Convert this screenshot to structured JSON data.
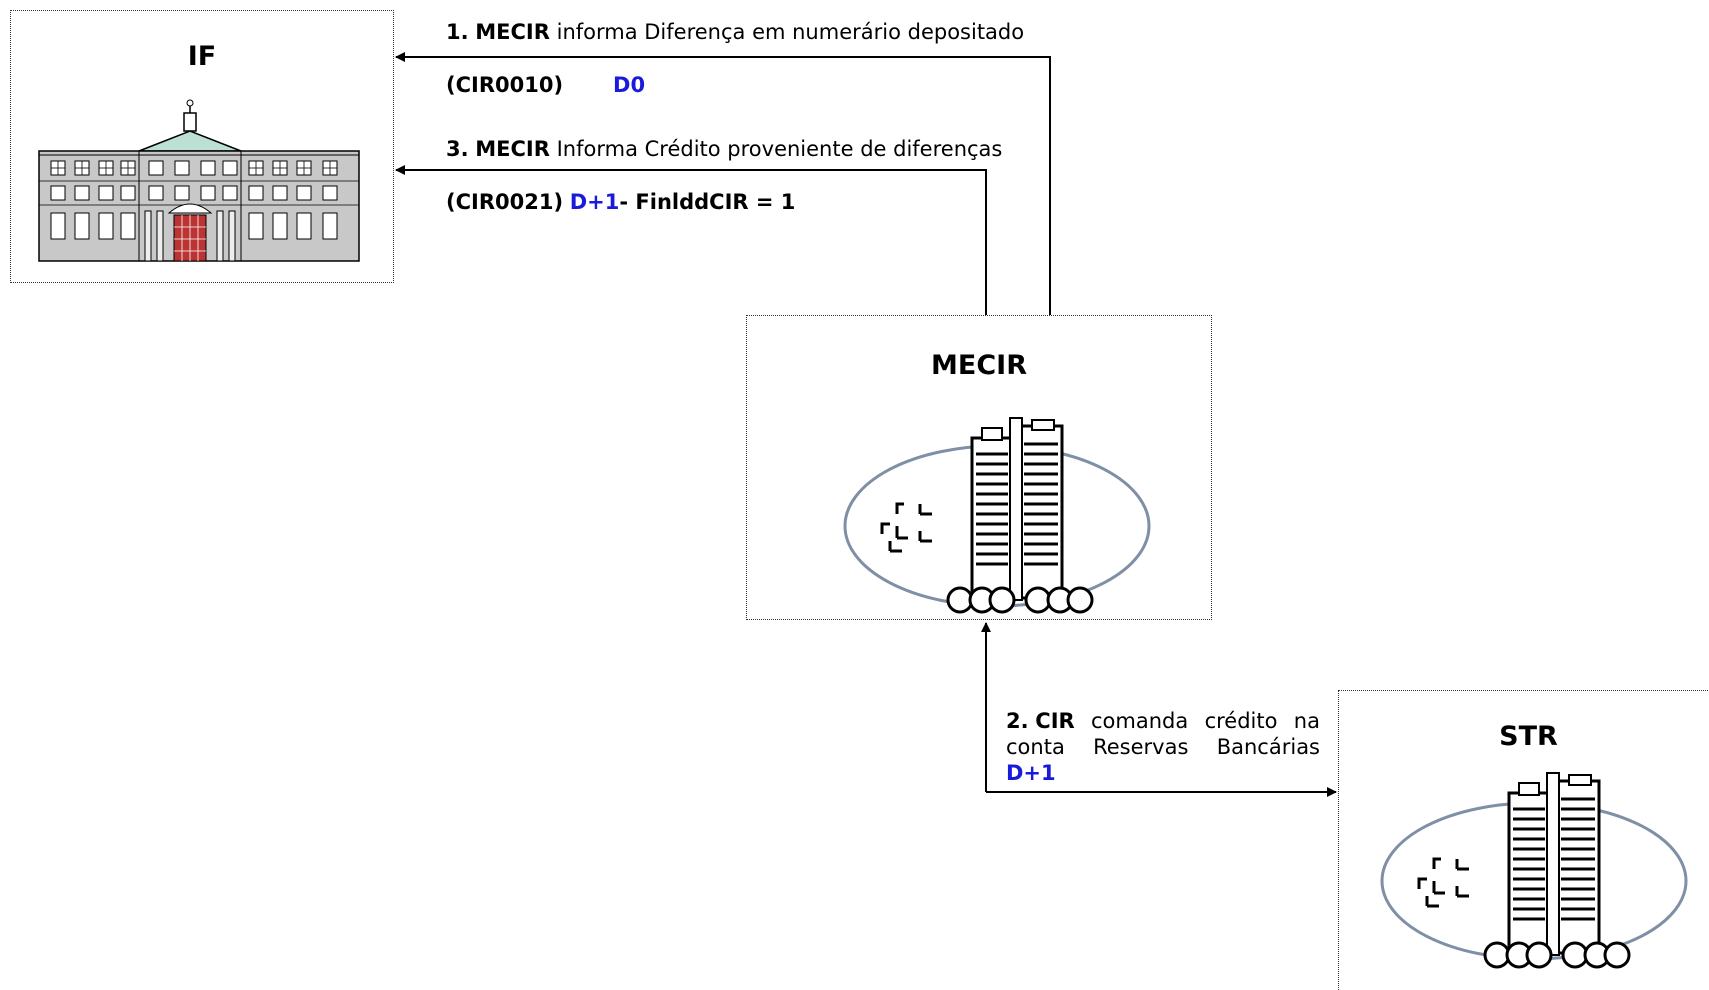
{
  "nodes": {
    "if_title": "IF",
    "mecir_title": "MECIR",
    "str_title": "STR"
  },
  "step1": {
    "num": "1.",
    "actor": "MECIR",
    "text": "informa Diferença em numerário depositado",
    "code": "(CIR0010)",
    "day": "D0"
  },
  "step3": {
    "num": "3.",
    "actor": "MECIR",
    "text": "Informa  Crédito proveniente de diferenças",
    "code": "(CIR0021)",
    "day": "D+1",
    "suffix": "- FinlddCIR = 1"
  },
  "step2": {
    "num": "2.",
    "actor": "CIR",
    "w1": "comanda",
    "w2": "crédito",
    "w3": "na",
    "line2": "conta Reservas Bancárias",
    "day": "D+1"
  },
  "colors": {
    "highlight": "#1a1adb",
    "line": "#000000",
    "ellipse": "#7f8fa6"
  },
  "icons": [
    "bank-building-icon",
    "central-bank-tower-icon"
  ]
}
